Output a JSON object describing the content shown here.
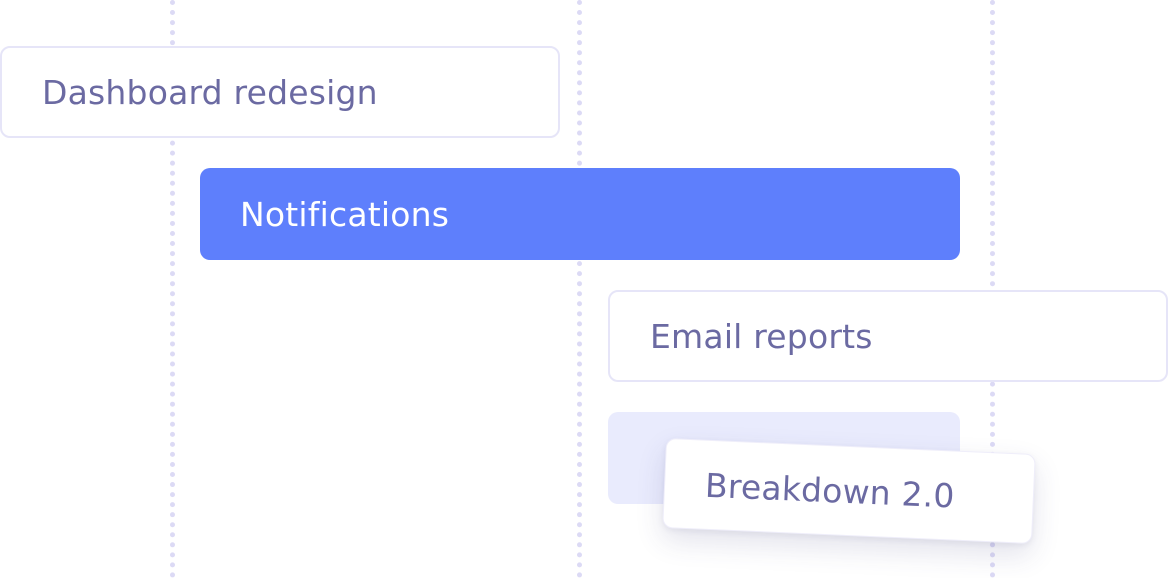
{
  "timeline": {
    "tasks": [
      {
        "label": "Dashboard redesign",
        "state": "default"
      },
      {
        "label": "Notifications",
        "state": "selected"
      },
      {
        "label": "Email reports",
        "state": "default"
      },
      {
        "label": "Breakdown 2.0",
        "state": "dragging"
      }
    ]
  },
  "colors": {
    "selected_bar": "#5e7ffc",
    "drop_placeholder": "#e9ebfd",
    "label_text": "#6b6aa2",
    "gridline": "#dcdaf5"
  }
}
